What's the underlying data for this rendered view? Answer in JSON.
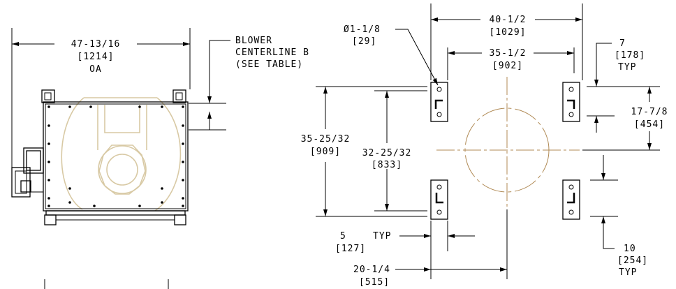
{
  "colors": {
    "line": "#000000",
    "ghost": "#d8c9a4",
    "centerline": "#b08a55"
  },
  "left_view": {
    "overall_width": "47-13/16",
    "overall_width_metric": "[1214]",
    "overall_tag": "OA",
    "note_line1": "BLOWER",
    "note_line2": "CENTERLINE B",
    "note_line3": "(SEE TABLE)"
  },
  "right_view": {
    "bolt_dia": "Ø1-1/8",
    "bolt_dia_metric": "[29]",
    "outer_width": "40-1/2",
    "outer_width_metric": "[1029]",
    "inner_width": "35-1/2",
    "inner_width_metric": "[902]",
    "pad_height": "7",
    "pad_height_metric": "[178]",
    "pad_height_tag": "TYP",
    "upper_offset": "17-7/8",
    "upper_offset_metric": "[454]",
    "outer_height": "35-25/32",
    "outer_height_metric": "[909]",
    "inner_height": "32-25/32",
    "inner_height_metric": "[833]",
    "pad_width": "5",
    "pad_width_tag": "TYP",
    "pad_width_metric": "[127]",
    "lower_offset": "10",
    "lower_offset_metric": "[254]",
    "lower_offset_tag": "TYP",
    "half_width": "20-1/4",
    "half_width_metric": "[515]"
  }
}
